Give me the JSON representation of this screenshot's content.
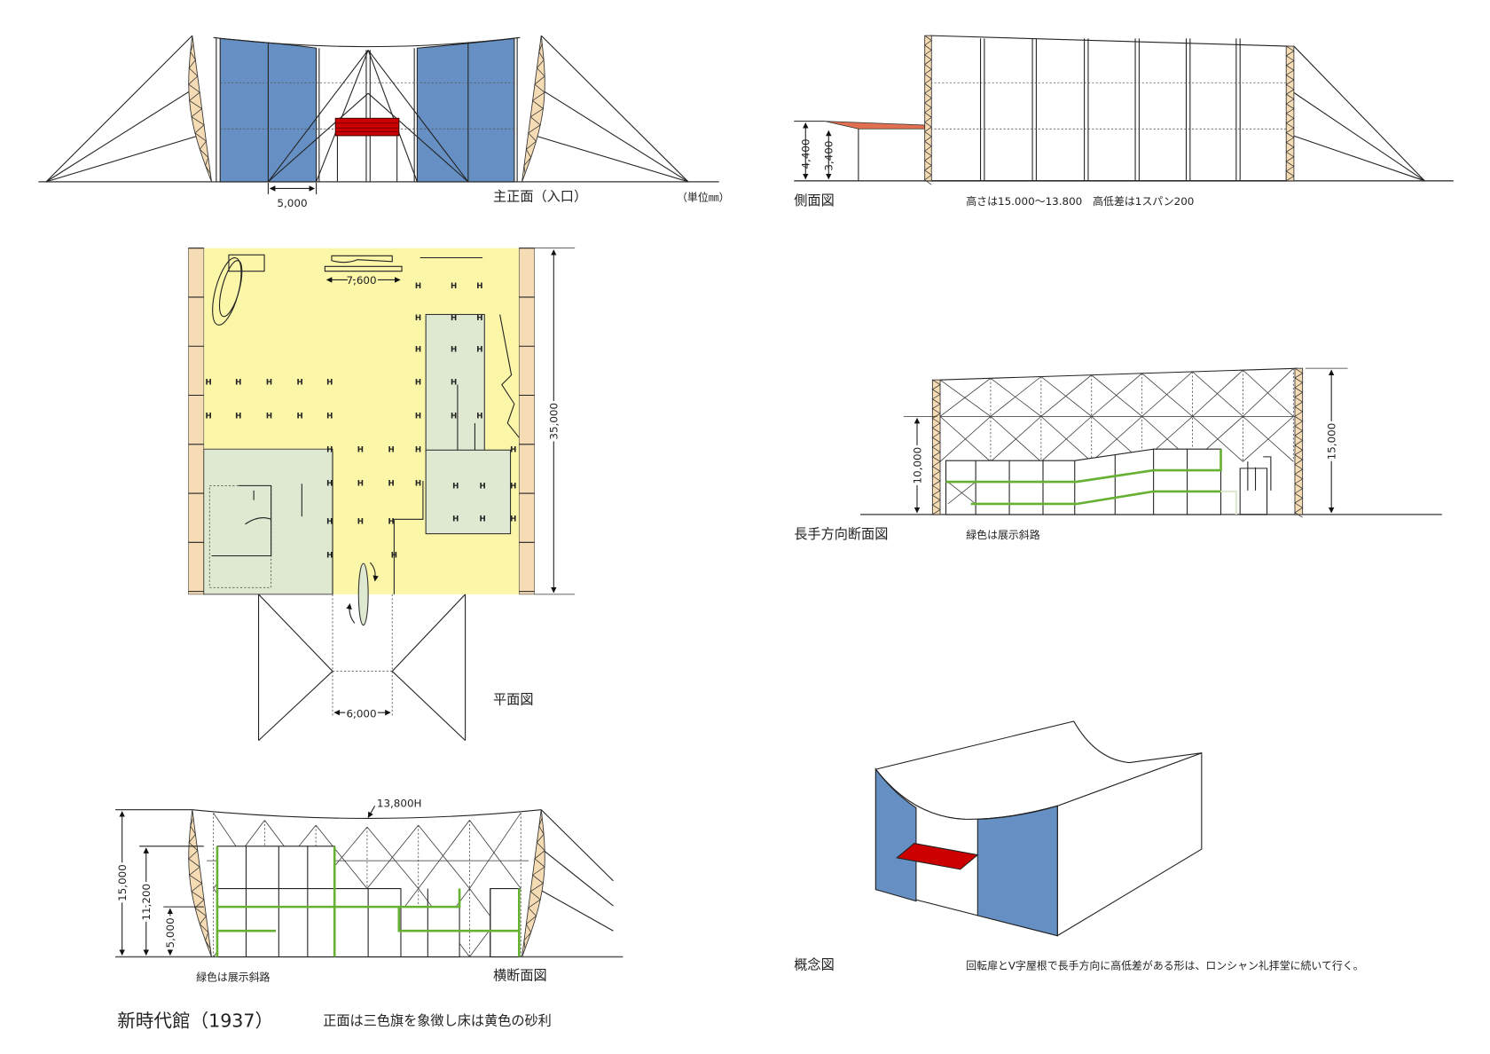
{
  "title": {
    "name": "新時代館（1937）",
    "caption": "正面は三色旗を象徴し床は黄色の砂利"
  },
  "front_elevation": {
    "label": "主正面（入口）",
    "unit": "（単位㎜）",
    "dim_bay": "5,000"
  },
  "side_elevation": {
    "label": "側面図",
    "note": "高さは15.000～13.800　高低差は1スパン200",
    "dim_a": "4,400",
    "dim_b": "3,400"
  },
  "plan": {
    "label": "平面図",
    "dim_depth": "35,000",
    "dim_ramp": "7,600",
    "dim_entry": "6,000",
    "column_mark": "H"
  },
  "long_section": {
    "label": "長手方向断面図",
    "note": "緑色は展示斜路",
    "dim_low": "10,000",
    "dim_high": "15,000"
  },
  "cross_section": {
    "label": "横断面図",
    "note": "緑色は展示斜路",
    "dim_total": "15,000",
    "dim_mid": "11,200",
    "dim_low": "5,000",
    "roof_level": "13,800H"
  },
  "concept": {
    "label": "概念図",
    "note": "回転扉とV字屋根で長手方向に高低差がある形は、ロンシャン礼拝堂に続いて行く。"
  },
  "colors": {
    "blue": "#6690c4",
    "red": "#cc0000",
    "yellow": "#fbf6a8",
    "pale_green": "#dfe8d0",
    "ramp_green": "#66b032",
    "mast": "#f6dcb4"
  }
}
